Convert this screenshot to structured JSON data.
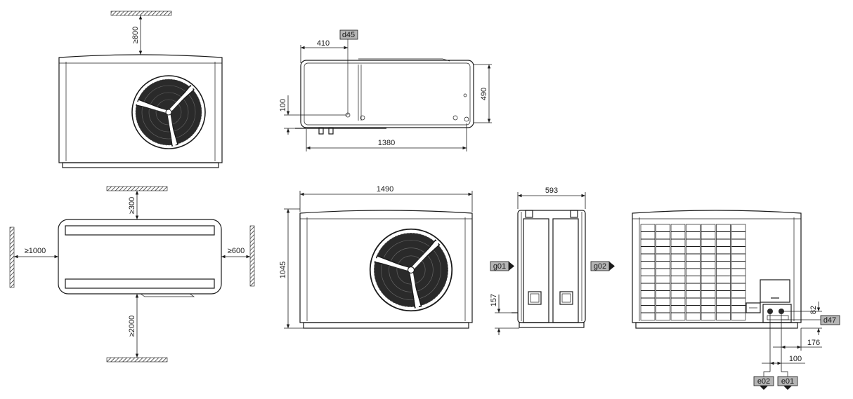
{
  "clearances": {
    "top": "≥800",
    "plan_top": "≥300",
    "plan_left": "≥1000",
    "plan_right": "≥600",
    "plan_bottom": "≥2000"
  },
  "dimensions": {
    "d410": "410",
    "d100": "100",
    "d490": "490",
    "d1380": "1380",
    "d1490": "1490",
    "d1045": "1045",
    "d593": "593",
    "d157": "157",
    "d82": "82",
    "d176": "176",
    "d100b": "100"
  },
  "tags": {
    "d45": "d45",
    "g01": "g01",
    "g02": "g02",
    "d47": "d47",
    "e02": "e02",
    "e01": "e01"
  },
  "colors": {
    "line": "#1a1a1a",
    "tag_fill": "#b5b5b5",
    "fan_grill": "#2a2a2a",
    "background": "#ffffff"
  }
}
